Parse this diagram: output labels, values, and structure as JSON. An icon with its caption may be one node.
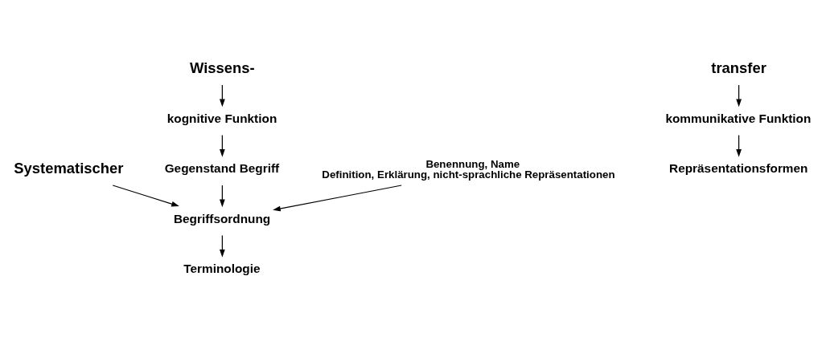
{
  "diagram": {
    "nodes": [
      {
        "text": [
          "Systematischer"
        ]
      },
      {
        "text": [
          "Wissens-"
        ]
      },
      {
        "text": [
          "kognitive Funktion"
        ]
      },
      {
        "text": [
          "Gegenstand Begriff"
        ]
      },
      {
        "text": [
          "transfer"
        ]
      },
      {
        "text": [
          "kommunikative Funktion"
        ]
      },
      {
        "text": [
          "Repräsentationsformen"
        ]
      },
      {
        "text": [
          "Benennung, Name",
          "Definition, Erklärung, nicht-sprachliche Repräsentationen"
        ]
      },
      {
        "text": [
          "Begriffsordnung"
        ]
      },
      {
        "text": [
          "Terminologie"
        ]
      }
    ],
    "edges": [
      {
        "from": 1,
        "to": 2,
        "arrow": "to"
      },
      {
        "from": 2,
        "to": 3,
        "arrow": "to"
      },
      {
        "from": 4,
        "to": 5,
        "arrow": "to"
      },
      {
        "from": 5,
        "to": 6,
        "arrow": "to"
      },
      {
        "from": 3,
        "to": 8,
        "arrow": "to"
      },
      {
        "from": 0,
        "to": 8,
        "arrow": "to"
      },
      {
        "from": 7,
        "to": 8,
        "arrow": "to"
      },
      {
        "from": 8,
        "to": 9,
        "arrow": "to"
      }
    ]
  }
}
